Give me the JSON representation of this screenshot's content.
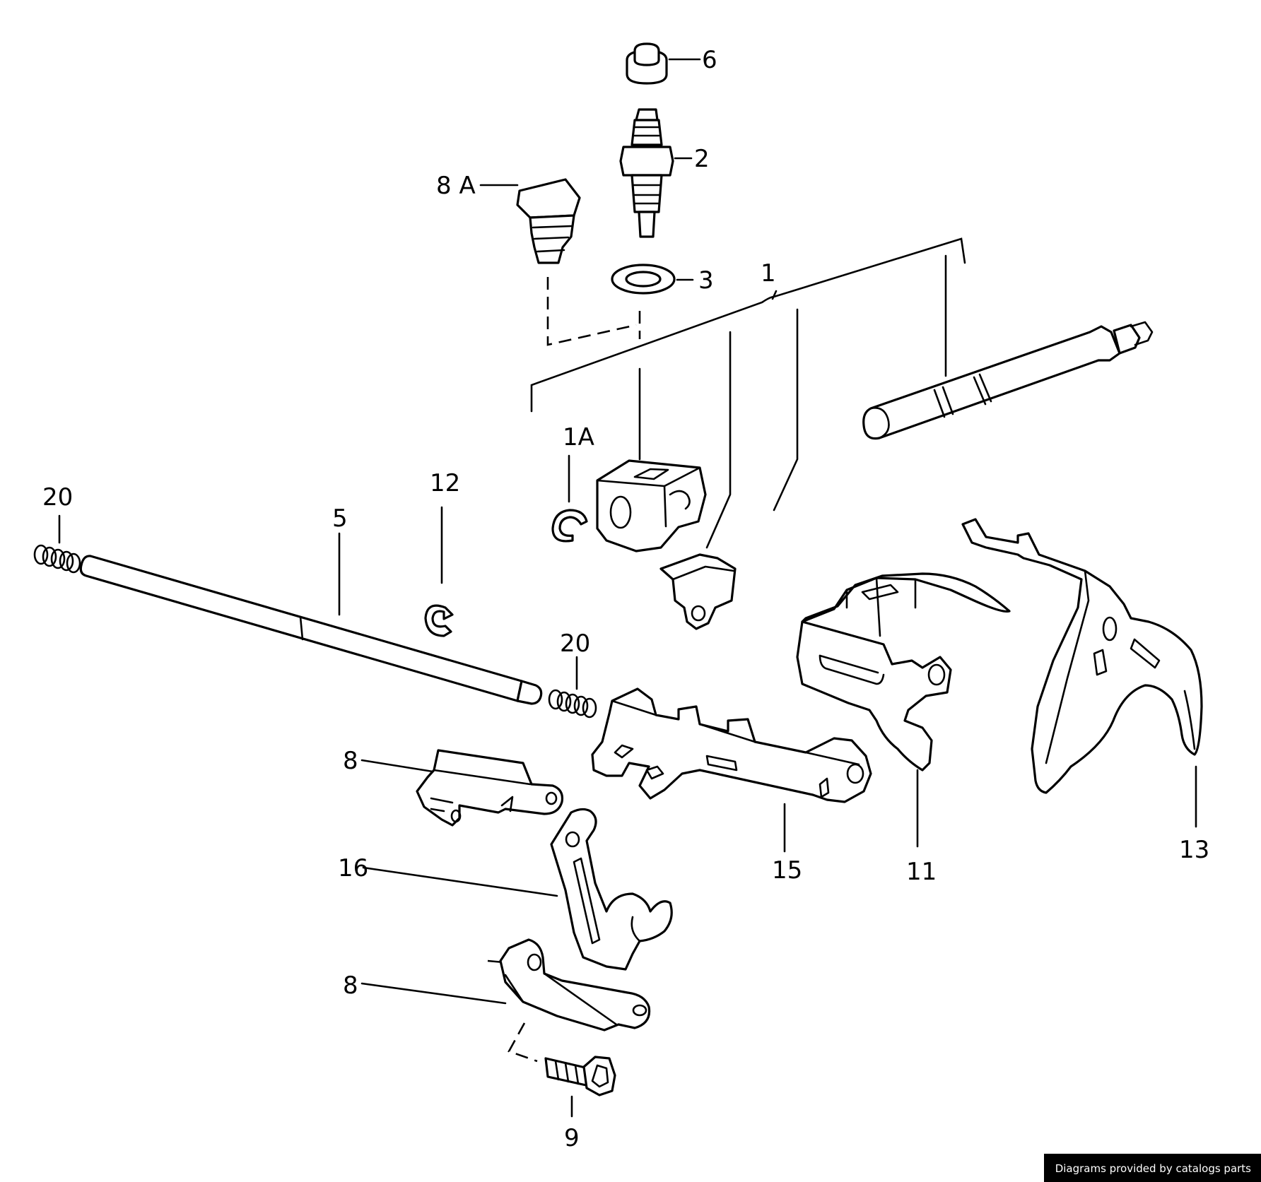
{
  "callouts": {
    "c1": "1",
    "c1a": "1A",
    "c2": "2",
    "c3": "3",
    "c5": "5",
    "c6": "6",
    "c8a": "8 A",
    "c8_top": "8",
    "c8_bottom": "8",
    "c9": "9",
    "c11": "11",
    "c12": "12",
    "c13": "13",
    "c15": "15",
    "c16": "16",
    "c20_left": "20",
    "c20_mid": "20"
  },
  "credit": "Diagrams provided by catalogs parts",
  "colors": {
    "line": "#000000",
    "background": "#ffffff",
    "credit_bg": "#000000",
    "credit_text": "#ffffff"
  }
}
